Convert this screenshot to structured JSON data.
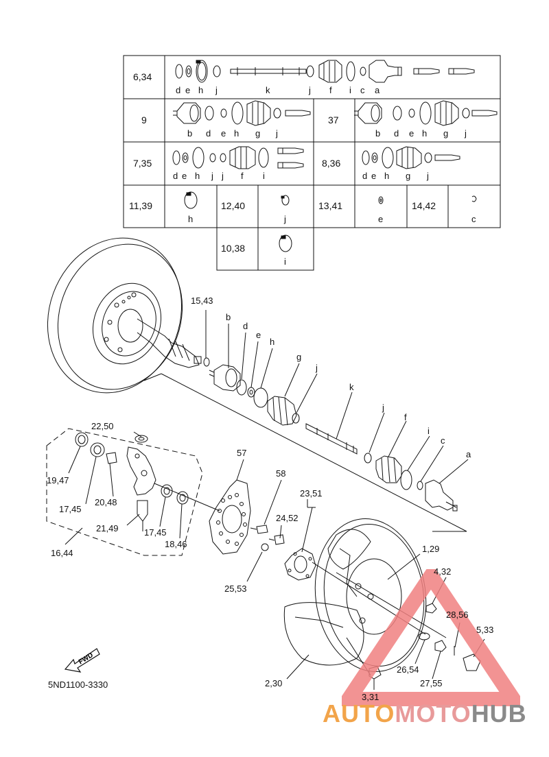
{
  "table": {
    "rows": [
      {
        "ref": "6,34",
        "parts": [
          "d",
          "e",
          "h",
          "j",
          "k",
          "j",
          "f",
          "i",
          "c",
          "a"
        ]
      },
      {
        "ref": "9",
        "parts": [
          "b",
          "d",
          "e",
          "h",
          "g",
          "j"
        ]
      },
      {
        "ref": "37",
        "parts": [
          "b",
          "d",
          "e",
          "h",
          "g",
          "j"
        ]
      },
      {
        "ref": "7,35",
        "parts": [
          "d",
          "e",
          "h",
          "j",
          "j",
          "f",
          "i"
        ]
      },
      {
        "ref": "8,36",
        "parts": [
          "d",
          "e",
          "h",
          "g",
          "j"
        ]
      },
      {
        "ref": "11,39",
        "parts": [
          "h"
        ]
      },
      {
        "ref": "12,40",
        "parts": [
          "j"
        ]
      },
      {
        "ref": "13,41",
        "parts": [
          "e"
        ]
      },
      {
        "ref": "14,42",
        "parts": [
          "c"
        ]
      },
      {
        "ref": "10,38",
        "parts": [
          "i"
        ]
      }
    ]
  },
  "callouts": {
    "shaft": [
      "15,43",
      "b",
      "d",
      "e",
      "h",
      "g",
      "j",
      "k",
      "j",
      "f",
      "i",
      "c",
      "a"
    ],
    "knuckle": [
      "22,50",
      "19,47",
      "17,45",
      "20,48",
      "21,49",
      "17,45",
      "18,46",
      "16,44"
    ],
    "wheel": [
      "57",
      "58",
      "23,51",
      "24,52",
      "25,53",
      "1,29",
      "4,32",
      "28,56",
      "5,33",
      "26,54",
      "27,55",
      "2,30",
      "3,31"
    ]
  },
  "diagram_code": "5ND1100-3330",
  "fwd_label": "FWD",
  "watermark": {
    "part1": "AUTO",
    "part2": "MOTO",
    "part3": "HUB",
    "colors": {
      "auto": "#f2a44a",
      "moto": "#e89a9a",
      "hub": "#8a8a8a",
      "triangle": "#f08080"
    }
  }
}
